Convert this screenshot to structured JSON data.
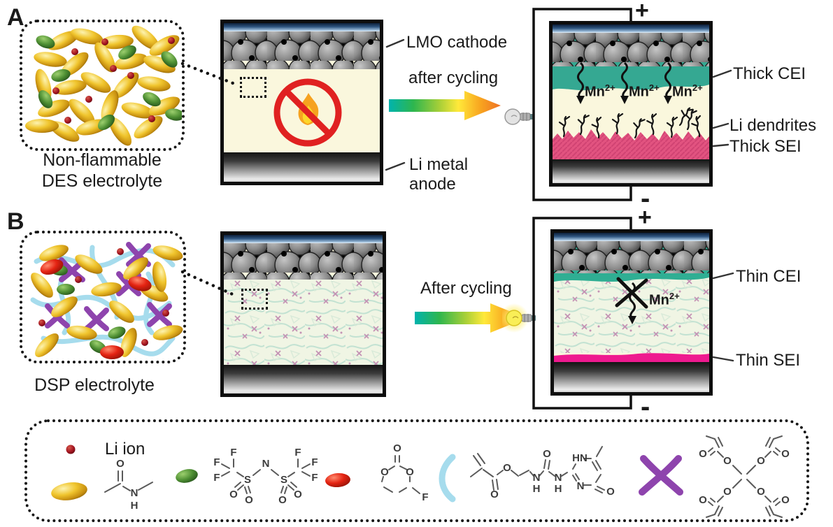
{
  "panelA": {
    "label": "A",
    "box_caption": [
      "Non-flammable",
      "DES electrolyte"
    ],
    "cathode_label": "LMO cathode",
    "cycle_label": "after cycling",
    "anode_label": [
      "Li metal",
      "anode"
    ],
    "plus": "+",
    "minus": "-",
    "mn": {
      "base": "Mn",
      "sup": "2+"
    },
    "cei_label": "Thick CEI",
    "dendrites_label": "Li dendrites",
    "sei_label": "Thick SEI"
  },
  "panelB": {
    "label": "B",
    "box_caption": "DSP electrolyte",
    "cycle_label": "After cycling",
    "plus": "+",
    "minus": "-",
    "mn": {
      "base": "Mn",
      "sup": "2+"
    },
    "cei_label": "Thin CEI",
    "sei_label": "Thin SEI"
  },
  "legend": {
    "li_ion_label": "Li ion",
    "atoms": {
      "F": "F",
      "S": "S",
      "N": "N",
      "O": "O",
      "H": "H",
      "HN": "HN"
    }
  },
  "icons": {
    "no_fire": "prohibition-flame-icon",
    "bulb_off": "bulb-unlit-icon",
    "bulb_on": "bulb-lit-icon"
  },
  "colors": {
    "thick_cei": "#35a892",
    "thick_sei": "#e25380",
    "thin_cei": "#2fae93",
    "thin_sei": "#ee1a8f",
    "electrolyte_des": "#faf7dd",
    "electrolyte_dsp": "#f0f5e4",
    "prohibition_red": "#e02121",
    "yellow_particle": "#e8b923",
    "green_particle": "#3f7d2c",
    "red_particle": "#e42312",
    "li_ion_dot": "#a41521",
    "polymer_blue": "#a6dced",
    "crosslinker_purple": "#8e44ad"
  }
}
